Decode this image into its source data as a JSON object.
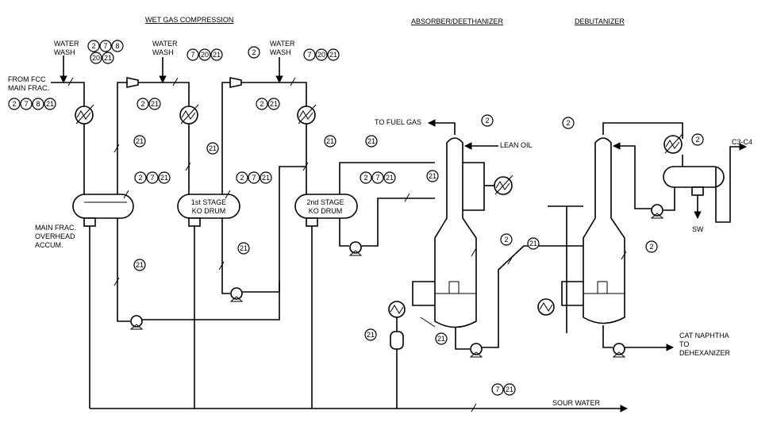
{
  "sections": {
    "wet_gas": "WET GAS COMPRESSION",
    "absorber": "ABSORBER/DEETHANIZER",
    "debutanizer": "DEBUTANIZER"
  },
  "labels": {
    "water_wash": "WATER",
    "water_wash2": "WASH",
    "from_fcc_1": "FROM FCC",
    "from_fcc_2": "MAIN FRAC.",
    "main_frac_1": "MAIN FRAC.",
    "main_frac_2": "OVERHEAD",
    "main_frac_3": "ACCUM.",
    "stage1_1": "1st STAGE",
    "stage1_2": "KO DRUM",
    "stage2_1": "2nd STAGE",
    "stage2_2": "KO DRUM",
    "fuel_gas": "TO FUEL GAS",
    "lean_oil": "LEAN OIL",
    "c3c4": "C3-C4",
    "sw": "SW",
    "cat_naphtha_1": "CAT NAPHTHA",
    "cat_naphtha_2": "TO",
    "cat_naphtha_3": "DEHEXANIZER",
    "sour_water": "SOUR WATER"
  },
  "bubbles": {
    "b2": "2",
    "b7": "7",
    "b8": "8",
    "b20": "20",
    "b21": "21"
  }
}
